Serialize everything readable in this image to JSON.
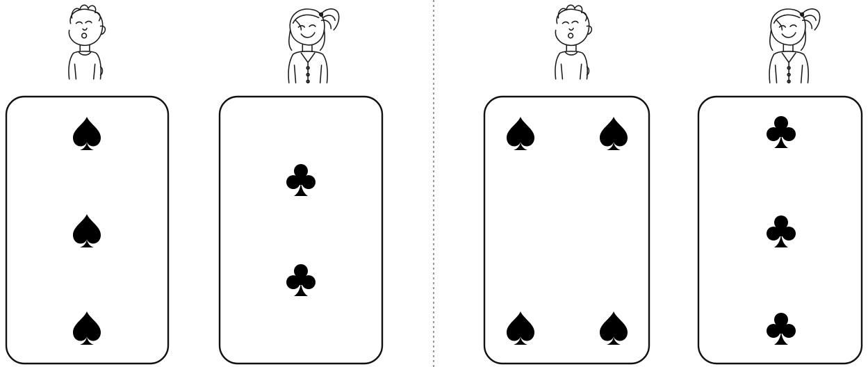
{
  "style": {
    "ink": "#000000",
    "paper": "#ffffff"
  },
  "panels": [
    {
      "name": "left-panel",
      "cards": [
        {
          "owner": "boy",
          "suit": "spade",
          "suit_icon": "spade-icon",
          "count": 3
        },
        {
          "owner": "girl",
          "suit": "club",
          "suit_icon": "club-icon",
          "count": 2
        }
      ]
    },
    {
      "name": "right-panel",
      "cards": [
        {
          "owner": "boy",
          "suit": "spade",
          "suit_icon": "spade-icon",
          "count": 4
        },
        {
          "owner": "girl",
          "suit": "club",
          "suit_icon": "club-icon",
          "count": 3
        }
      ]
    }
  ],
  "icons": {
    "boy": "boy-illustration-icon",
    "girl": "girl-illustration-icon",
    "divider": "dotted-divider"
  }
}
